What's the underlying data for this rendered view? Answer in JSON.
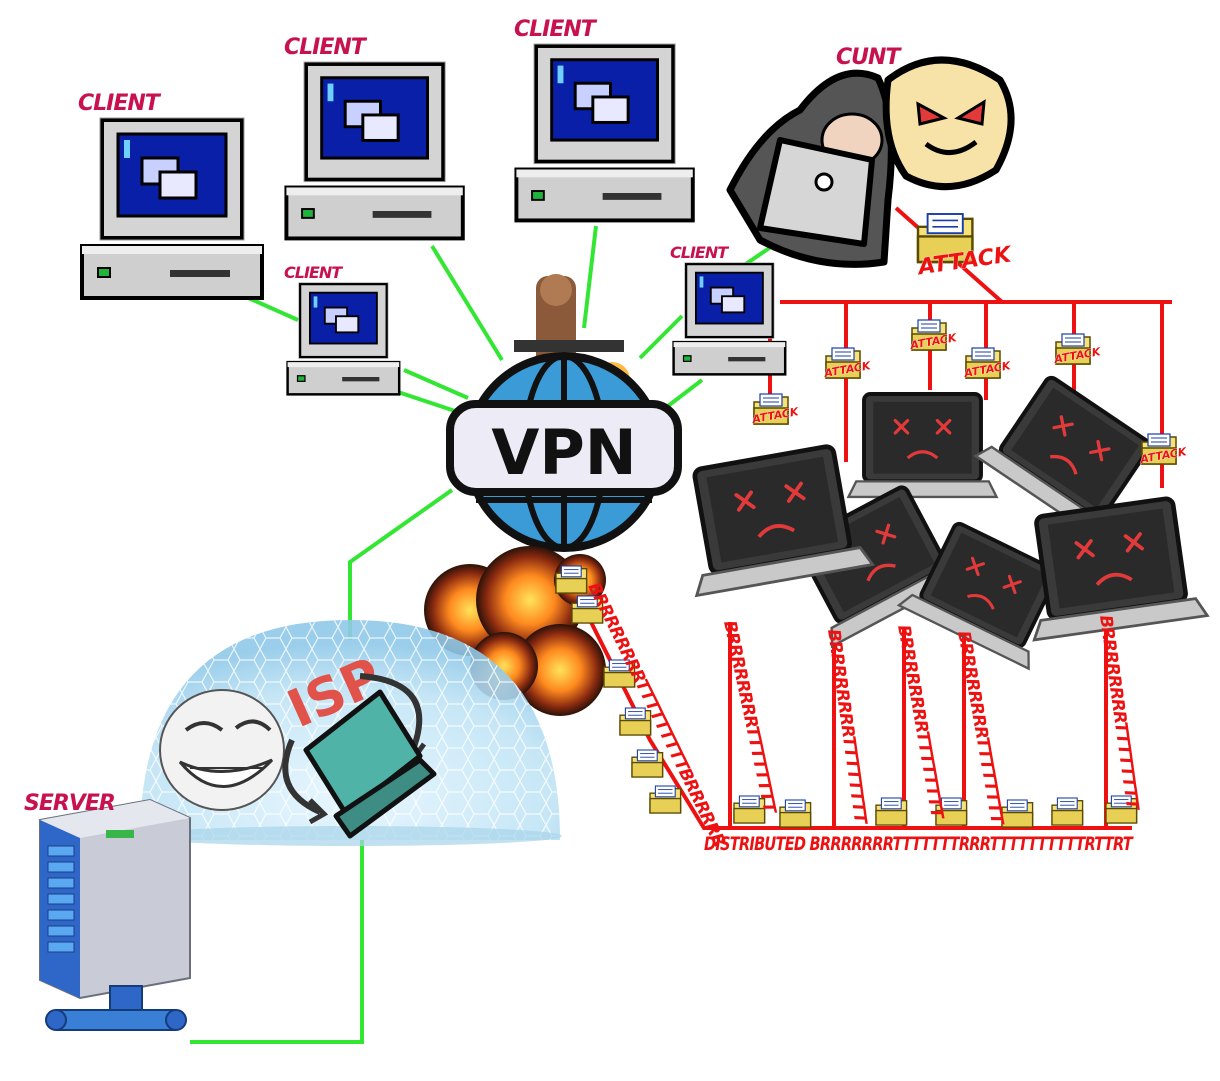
{
  "labels": {
    "client_1": "CLIENT",
    "client_2": "CLIENT",
    "client_3": "CLIENT",
    "client_4": "CLIENT",
    "client_5": "CLIENT",
    "attacker": "CUNT",
    "server": "SERVER",
    "vpn": "VPN",
    "isp": "ISP"
  },
  "attack_labels": {
    "main": "ATTACK",
    "a1": "ATTACK",
    "a2": "ATTACK",
    "a3": "ATTACK",
    "a4": "ATTACK",
    "a5": "ATTACK",
    "a6": "ATTACK"
  },
  "brr_labels": {
    "diag": "BRRRRRRRRTTTTTTTTTBRRRRRR",
    "v1": "BRRRRRRRRTTTTTTTT",
    "v2": "BRRRRRRRRTTTTTTTT",
    "v3": "BRRRRRRRRTTTTTTTT",
    "v4": "BRRRRRRRRTTTTTTTT",
    "v5": "BRRRRRRRRTTTTTTTT",
    "bottom": "DISTRIBUTED BRRRRRRRTTTTTTTRRRTTTTTTTTTTRTTRT"
  },
  "colors": {
    "label_pink": "#c8124f",
    "green_link": "#33e633",
    "red_link": "#ee1111",
    "monitor_screen": "#0a1fa8",
    "beige": "#c9c9c9",
    "globe_blue": "#3a9bd6",
    "dome": "#bfe3f5",
    "laptop_teal": "#4fb3a8",
    "botnet_screen": "#2a2a2a",
    "folder_yellow": "#f5e27a"
  },
  "icons": {
    "client": "retro-desktop-computer-icon",
    "attacker": "hooded-hacker-icon",
    "troll": "troll-face-icon",
    "server": "server-tower-icon",
    "vpn": "globe-vpn-icon",
    "botnet": "dead-laptop-icon",
    "packet": "attack-folder-icon",
    "explosion": "explosion-icon",
    "isp": "isp-dome-icon"
  }
}
